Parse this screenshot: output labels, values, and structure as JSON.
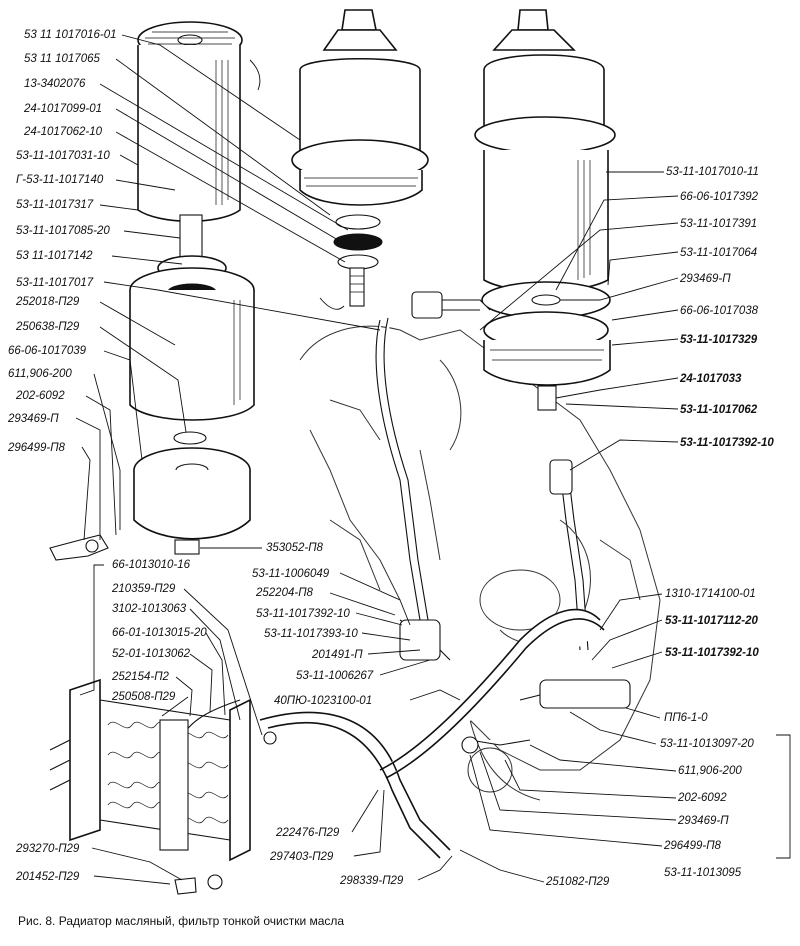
{
  "caption": "Рис. 8. Радиатор масляный, фильтр тонкой очистки масла",
  "left_labels": [
    "53 11 1017016-01",
    "53 11 1017065",
    "13-3402076",
    "24-1017099-01",
    "24-1017062-10",
    "53-11-1017031-10",
    "Г-53-11-1017140",
    "53-11-1017317",
    "53-11-1017085-20",
    "53 11-1017142",
    "53-11-1017017",
    "252018-П29",
    "250638-П29",
    "66-06-1017039",
    "611,906-200",
    "202-6092",
    "293469-П",
    "296499-П8"
  ],
  "right_labels": [
    "53-11-1017010-11",
    "66-06-1017392",
    "53-11-1017391",
    "53-11-1017064",
    "293469-П",
    "66-06-1017038",
    "53-11-1017329",
    "24-1017033",
    "53-11-1017062",
    "53-11-1017392-10"
  ],
  "mid_labels": [
    "353052-П8",
    "53-11-1006049",
    "252204-П8",
    "53-11-1017392-10",
    "53-11-1017393-10",
    "201491-П",
    "53-11-1006267",
    "40ПЮ-1023100-01"
  ],
  "lower_left_labels": [
    "66-1013010-16",
    "210359-П29",
    "3102-1013063",
    "66-01-1013015-20",
    "52-01-1013062",
    "252154-П2",
    "250508-П29"
  ],
  "lower_right_labels": [
    "1310-1714100-01",
    "53-11-1017112-20",
    "53-11-1017392-10",
    "ПП6-1-0",
    "53-11-1013097-20",
    "611,906-200",
    "202-6092",
    "293469-П",
    "296499-П8",
    "53-11-1013095"
  ],
  "bottom_labels": [
    "222476-П29",
    "297403-П29",
    "298339-П29",
    "251082-П29",
    "293270-П29",
    "201452-П29"
  ]
}
